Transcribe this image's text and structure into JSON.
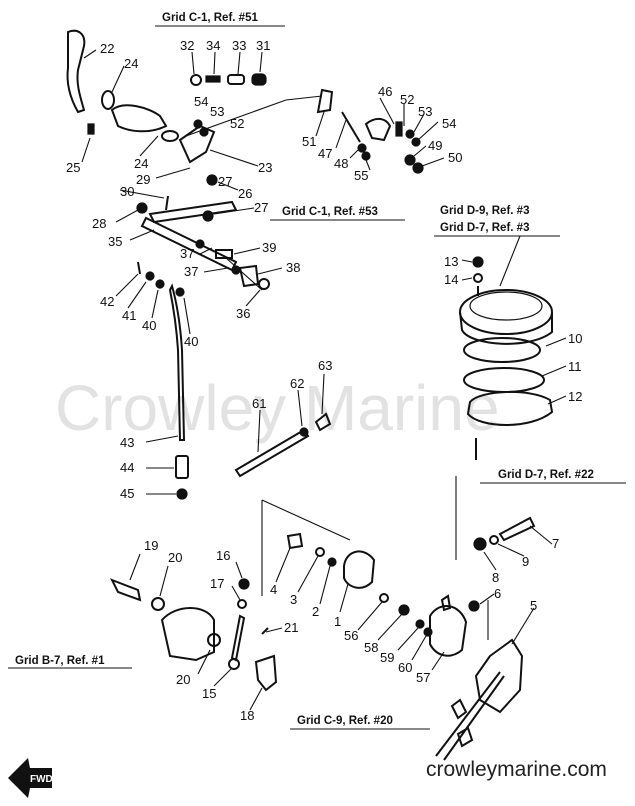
{
  "watermark": "Crowley Marine",
  "site_label": "crowleymarine.com",
  "fwd_label": "FWD",
  "references": [
    "Grid C-1, Ref. #51",
    "Grid C-1, Ref. #53",
    "Grid D-9, Ref. #3",
    "Grid D-7, Ref. #3",
    "Grid D-7, Ref. #22",
    "Grid B-7, Ref. #1",
    "Grid C-9, Ref. #20"
  ],
  "callouts": [
    "22",
    "24",
    "25",
    "24",
    "32",
    "34",
    "33",
    "31",
    "54",
    "53",
    "52",
    "29",
    "23",
    "27",
    "30",
    "26",
    "28",
    "27",
    "35",
    "37",
    "39",
    "37",
    "38",
    "42",
    "41",
    "40",
    "36",
    "40",
    "51",
    "47",
    "46",
    "48",
    "52",
    "53",
    "54",
    "55",
    "49",
    "50",
    "13",
    "14",
    "10",
    "11",
    "12",
    "43",
    "44",
    "45",
    "61",
    "62",
    "63",
    "8",
    "9",
    "7",
    "6",
    "5",
    "19",
    "20",
    "16",
    "17",
    "4",
    "3",
    "2",
    "1",
    "21",
    "20",
    "15",
    "18",
    "56",
    "58",
    "59",
    "60",
    "57"
  ]
}
